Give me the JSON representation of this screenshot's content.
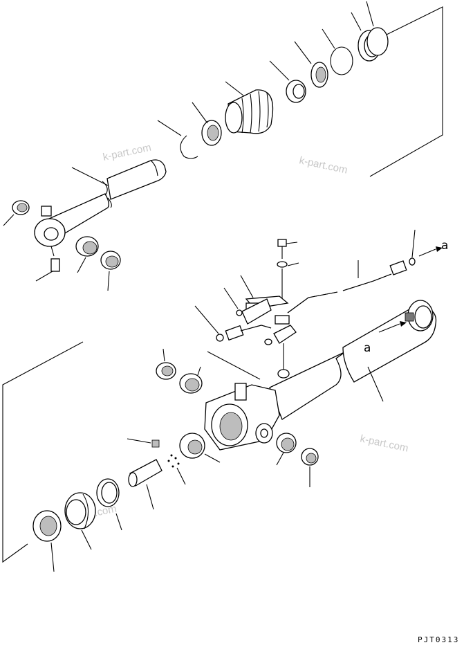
{
  "watermark": "k-part.com",
  "drawing_code": "PJT0313",
  "callout_labels": {
    "a_right": "a",
    "a_on_barrel": "a"
  }
}
